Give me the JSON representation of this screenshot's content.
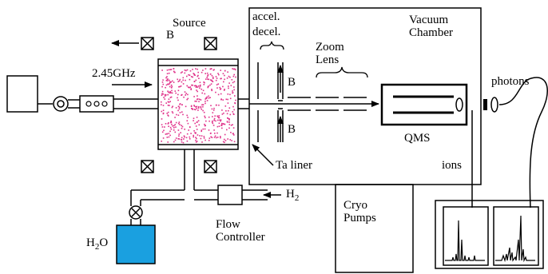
{
  "labels": {
    "source": "Source",
    "b_top": "B",
    "frequency": "2.45GHz",
    "accel": "accel.",
    "decel": "decel.",
    "zoom_lens": "Zoom\nLens",
    "vacuum_chamber": "Vacuum\nChamber",
    "b_upper": "B",
    "b_lower": "B",
    "photons": "photons",
    "qms": "QMS",
    "ta_liner": "Ta liner",
    "ions": "ions",
    "h2_main": "H",
    "h2_sub": "2",
    "flow_controller": "Flow\nController",
    "cryo_pumps": "Cryo\nPumps",
    "h2o_h": "H",
    "h2o_sub": "2",
    "h2o_o": "O"
  },
  "colors": {
    "line": "#000000",
    "plasma": "#e0338a",
    "water_tank": "#1aa0e0"
  },
  "icons": {
    "coil": "crossed-box-icon",
    "valve": "valve-icon",
    "waveguide": "waveguide-icon"
  }
}
